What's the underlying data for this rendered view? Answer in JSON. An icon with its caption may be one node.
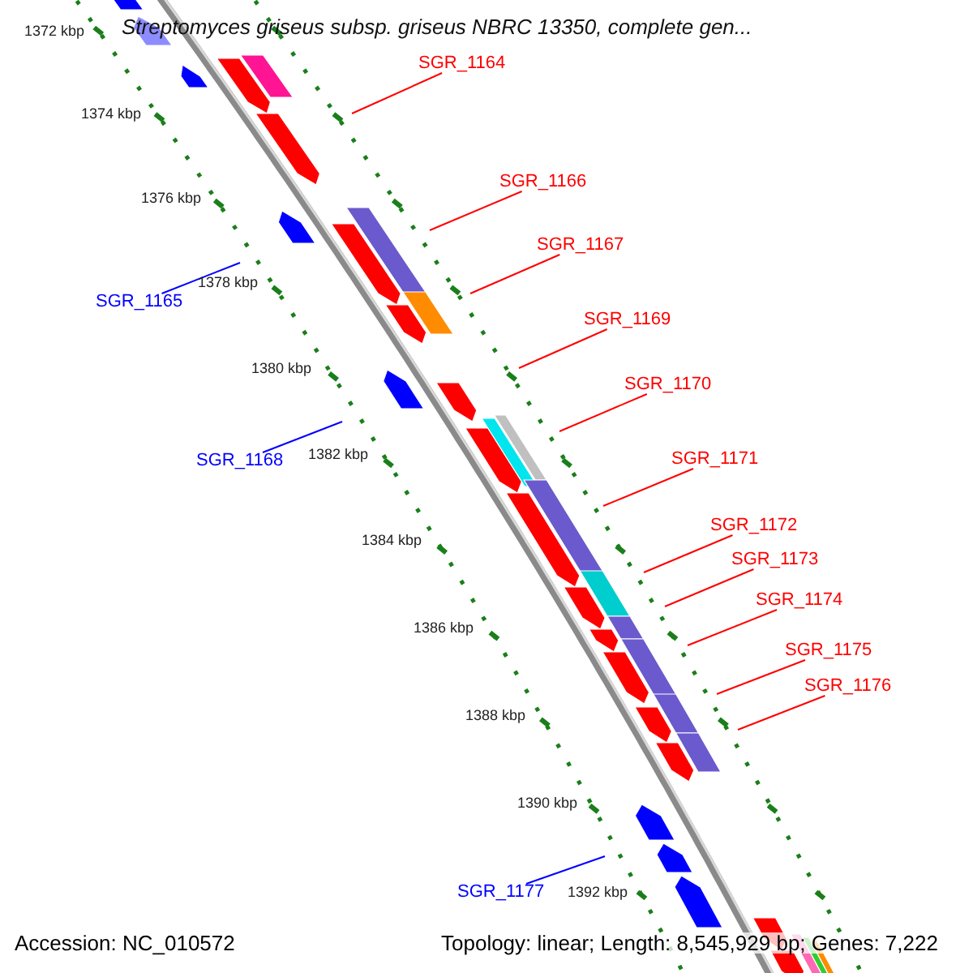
{
  "diagram": {
    "title": "Streptomyces griseus subsp. griseus NBRC 13350, complete gen...",
    "nodes": [
      {
        "text": [
          "SGR_1164"
        ]
      },
      {
        "text": [
          "SGR_1166"
        ]
      },
      {
        "text": [
          "SGR_1167"
        ]
      },
      {
        "text": [
          "SGR_1165"
        ]
      },
      {
        "text": [
          "SGR_1169"
        ]
      },
      {
        "text": [
          "SGR_1170"
        ]
      },
      {
        "text": [
          "SGR_1171"
        ]
      },
      {
        "text": [
          "SGR_1168"
        ]
      },
      {
        "text": [
          "SGR_1172"
        ]
      },
      {
        "text": [
          "SGR_1173"
        ]
      },
      {
        "text": [
          "SGR_1174"
        ]
      },
      {
        "text": [
          "SGR_1175"
        ]
      },
      {
        "text": [
          "SGR_1176"
        ]
      },
      {
        "text": [
          "SGR_1177"
        ]
      }
    ],
    "edges": [
      {
        "from": 0,
        "to": null,
        "arrow": "none"
      },
      {
        "from": 1,
        "to": null,
        "arrow": "none"
      },
      {
        "from": 2,
        "to": null,
        "arrow": "none"
      },
      {
        "from": 3,
        "to": null,
        "arrow": "none",
        "color": "#0000ff"
      },
      {
        "from": 4,
        "to": null,
        "arrow": "none"
      },
      {
        "from": 5,
        "to": null,
        "arrow": "none"
      },
      {
        "from": 6,
        "to": null,
        "arrow": "none"
      },
      {
        "from": 7,
        "to": null,
        "arrow": "none",
        "color": "#0000ff"
      },
      {
        "from": 8,
        "to": null,
        "arrow": "none"
      },
      {
        "from": 9,
        "to": null,
        "arrow": "none"
      },
      {
        "from": 10,
        "to": null,
        "arrow": "none"
      },
      {
        "from": 11,
        "to": null,
        "arrow": "none"
      },
      {
        "from": 12,
        "to": null,
        "arrow": "none"
      },
      {
        "from": 13,
        "to": null,
        "arrow": "none",
        "color": "#0000ff"
      }
    ],
    "labels": [
      "1372 kbp",
      "1374 kbp",
      "1376 kbp",
      "1378 kbp",
      "1380 kbp",
      "1382 kbp",
      "1384 kbp",
      "1386 kbp",
      "1388 kbp",
      "1390 kbp",
      "1392 kbp",
      "Accession: NC_010572",
      "Topology: linear; Length: 8,545,929 bp; Genes: 7,222"
    ]
  }
}
